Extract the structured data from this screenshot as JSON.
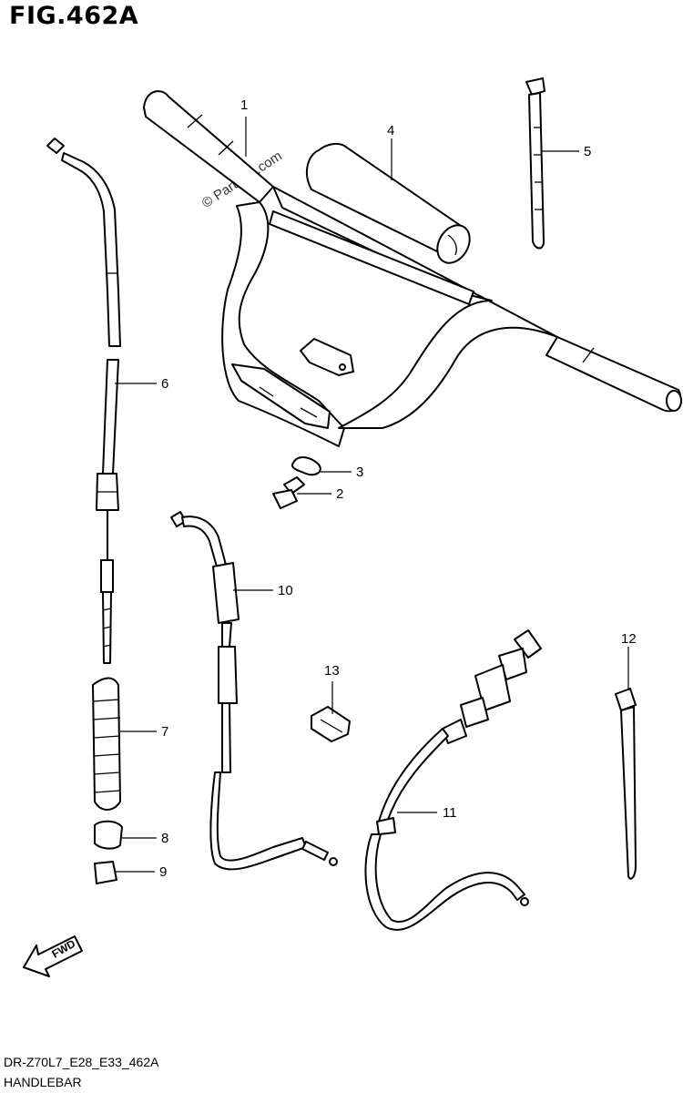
{
  "figure": {
    "title": "FIG.462A",
    "code": "DR-Z70L7_E28_E33_462A",
    "name": "HANDLEBAR",
    "watermark": "© Partzilla.com",
    "fwd_label": "FWD"
  },
  "callouts": [
    "1",
    "2",
    "3",
    "4",
    "5",
    "6",
    "7",
    "8",
    "9",
    "10",
    "11",
    "12",
    "13"
  ],
  "icons": {
    "fwd_arrow": "fwd-arrow-icon"
  }
}
